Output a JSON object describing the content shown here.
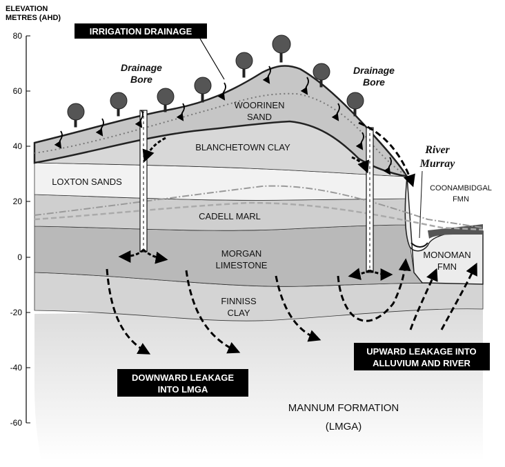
{
  "axis": {
    "title_line1": "ELEVATION",
    "title_line2": "METRES (AHD)",
    "ticks": [
      "80",
      "60",
      "40",
      "20",
      "0",
      "-20",
      "-40",
      "-60"
    ]
  },
  "callouts": {
    "irrigation": "IRRIGATION DRAINAGE",
    "downward_line1": "DOWNWARD LEAKAGE",
    "downward_line2": "INTO LMGA",
    "upward_line1": "UPWARD LEAKAGE INTO",
    "upward_line2": "ALLUVIUM AND RIVER"
  },
  "bores": {
    "left_line1": "Drainage",
    "left_line2": "Bore",
    "right_line1": "Drainage",
    "right_line2": "Bore"
  },
  "river": {
    "line1": "River",
    "line2": "Murray"
  },
  "layers": {
    "woorinen_1": "WOORINEN",
    "woorinen_2": "SAND",
    "blanchetown": "BLANCHETOWN CLAY",
    "loxton": "LOXTON SANDS",
    "cadell": "CADELL MARL",
    "morgan_1": "MORGAN",
    "morgan_2": "LIMESTONE",
    "finniss_1": "FINNISS",
    "finniss_2": "CLAY",
    "coonambidgal_1": "COONAMBIDGAL",
    "coonambidgal_2": "FMN",
    "monoman_1": "MONOMAN",
    "monoman_2": "FMN",
    "mannum_1": "MANNUM FORMATION",
    "mannum_2": "(LMGA)"
  },
  "colors": {
    "mannum": "#eaeaea",
    "finniss": "#d4d4d4",
    "morgan": "#b9b9b9",
    "cadell": "#cfcfcf",
    "loxton": "#f2f2f2",
    "blanchetown": "#d8d8d8",
    "woorinen": "#c6c6c6",
    "coonambidgal": "#555555",
    "callout_bg": "#000000"
  }
}
